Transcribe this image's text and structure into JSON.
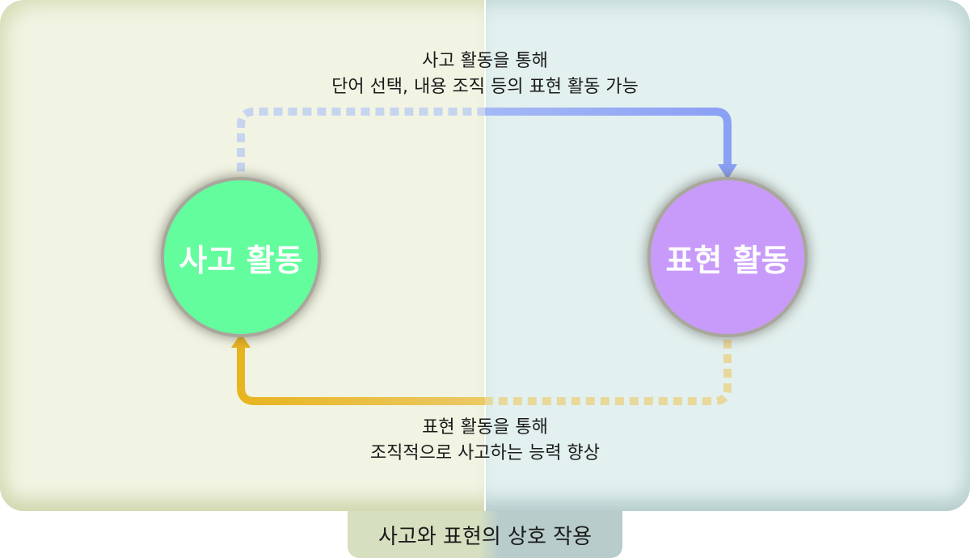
{
  "nodes": {
    "thinking": "사고 활동",
    "expression": "표현 활동"
  },
  "captions": {
    "top_line1": "사고 활동을 통해",
    "top_line2": "단어 선택, 내용 조직 등의 표현 활동 가능",
    "bottom_line1": "표현 활동을 통해",
    "bottom_line2": "조직적으로 사고하는 능력 향상"
  },
  "title": "사고와 표현의 상호 작용",
  "colors": {
    "thinking": "#63fd9d",
    "expression": "#c89bfb",
    "arrow_top": "#8aa0f5",
    "arrow_bottom": "#e8b420"
  }
}
